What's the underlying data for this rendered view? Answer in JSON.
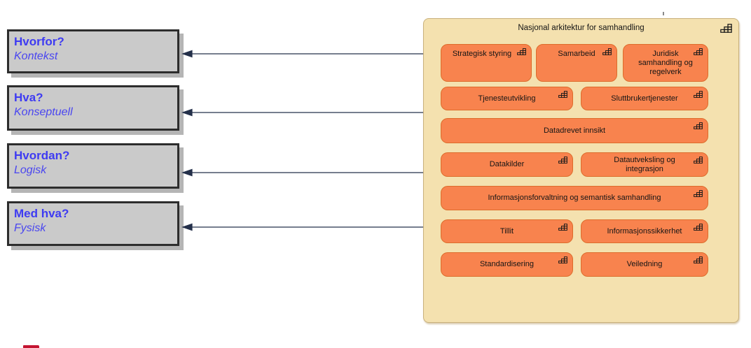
{
  "questions": [
    {
      "question": "Hvorfor?",
      "level": "Kontekst"
    },
    {
      "question": "Hva?",
      "level": "Konseptuell"
    },
    {
      "question": "Hvordan?",
      "level": "Logisk"
    },
    {
      "question": "Med hva?",
      "level": "Fysisk"
    }
  ],
  "diagram": {
    "title": "Nasjonal arkitektur for samhandling",
    "capabilities": [
      {
        "label": "Strategisk styring"
      },
      {
        "label": "Samarbeid"
      },
      {
        "label": "Juridisk samhandling og regelverk"
      },
      {
        "label": "Tjenesteutvikling"
      },
      {
        "label": "Sluttbrukertjenester"
      },
      {
        "label": "Datadrevet innsikt"
      },
      {
        "label": "Datakilder"
      },
      {
        "label": "Datautveksling og integrasjon"
      },
      {
        "label": "Informasjonsforvaltning og semantisk samhandling"
      },
      {
        "label": "Tillit"
      },
      {
        "label": "Informasjonssikkerhet"
      },
      {
        "label": "Standardisering"
      },
      {
        "label": "Veiledning"
      }
    ],
    "arrows": [
      {
        "from": "Nasjonal arkitektur for samhandling",
        "to": "Hvorfor? Kontekst",
        "direction": "left"
      },
      {
        "from": "Nasjonal arkitektur for samhandling",
        "to": "Hva? Konseptuell",
        "direction": "left"
      },
      {
        "from": "Nasjonal arkitektur for samhandling",
        "to": "Hvordan? Logisk",
        "direction": "left"
      },
      {
        "from": "Nasjonal arkitektur for samhandling",
        "to": "Med hva? Fysisk",
        "direction": "left"
      }
    ]
  },
  "colors": {
    "capability_fill": "#F8834E",
    "capability_border": "#DD6C2B",
    "group_fill": "#F4E1AF",
    "group_border": "#C9B17C",
    "question_fill": "#CACACA",
    "question_border": "#2D2D2D",
    "question_text": "#3E3BF2",
    "arrow": "#24304A",
    "accent_red": "#C41431"
  }
}
